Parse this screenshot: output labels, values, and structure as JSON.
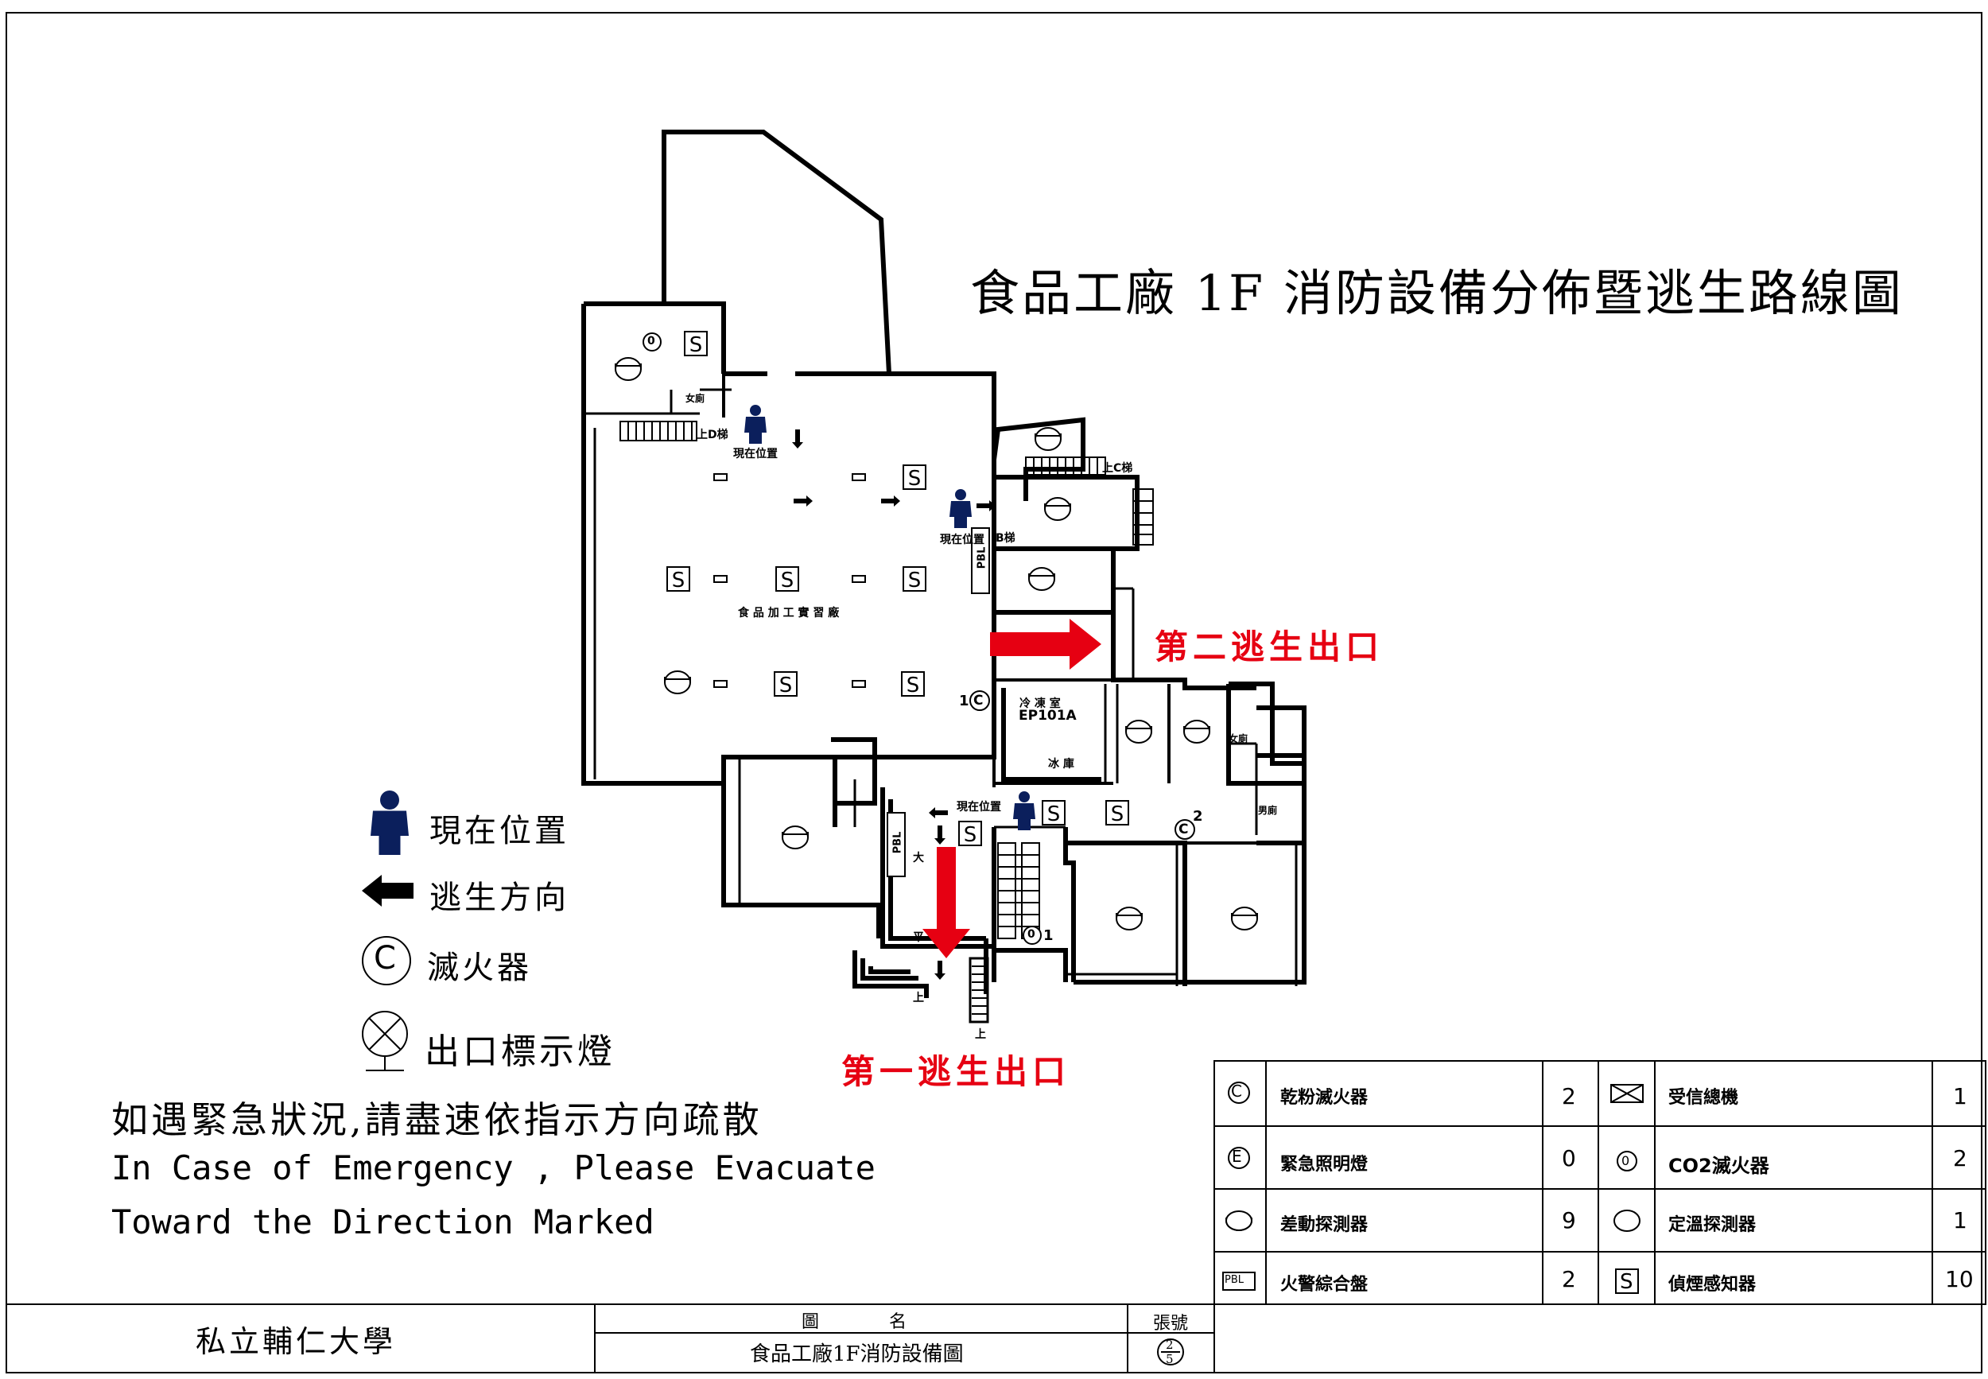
{
  "title": "食品工廠 1F 消防設備分佈暨逃生路線圖",
  "exits": {
    "second": "第二逃生出口",
    "first": "第一逃生出口"
  },
  "legend": {
    "current_position": "現在位置",
    "escape_direction": "逃生方向",
    "extinguisher": "滅火器",
    "exit_sign": "出口標示燈",
    "extinguisher_symbol": "C"
  },
  "notice": {
    "cn": "如遇緊急狀況,請盡速依指示方向疏散",
    "en_line1": "In Case of Emergency , Please Evacuate",
    "en_line2": "Toward the Direction Marked"
  },
  "plan_labels": {
    "current_position": "現在位置",
    "processing_room": "食 品 加 工 實 習 廠",
    "cold_room": "冷 凍 室",
    "ep_code": "EP101A",
    "freezer": "冰 庫",
    "stair_d": "上D梯",
    "stair_c": "上C梯",
    "stair_b": "B梯",
    "women_wc": "女廁",
    "men_wc": "男廁",
    "pbl": "PBL",
    "s_symbol": "S",
    "c_symbol": "C",
    "ext_num_1": "1",
    "ext_num_2": "2",
    "co2_num": "1",
    "zero_symbol": "0",
    "up": "上",
    "da": "大",
    "ping": "平"
  },
  "equipment_table": {
    "rows": [
      {
        "left_name": "乾粉滅火器",
        "left_count": "2",
        "right_name": "受信總機",
        "right_count": "1"
      },
      {
        "left_name": "緊急照明燈",
        "left_count": "0",
        "right_name": "CO2滅火器",
        "right_count": "2"
      },
      {
        "left_name": "差動探測器",
        "left_count": "9",
        "right_name": "定溫探測器",
        "right_count": "1"
      },
      {
        "left_name": "火警綜合盤",
        "left_count": "2",
        "right_name": "偵煙感知器",
        "right_count": "10"
      }
    ],
    "symbols": {
      "c": "C",
      "e": "E",
      "co2": "0",
      "pbl": "PBL",
      "s": "S"
    }
  },
  "title_block": {
    "school": "私立輔仁大學",
    "drawing_name_header": "圖　　　　名",
    "drawing_name": "食品工廠1F消防設備圖",
    "sheet_header": "張號",
    "sheet_num": "2",
    "sheet_total": "5"
  },
  "colors": {
    "exit_red": "#e60012",
    "person_blue": "#0b1f5c",
    "line": "#000000"
  }
}
